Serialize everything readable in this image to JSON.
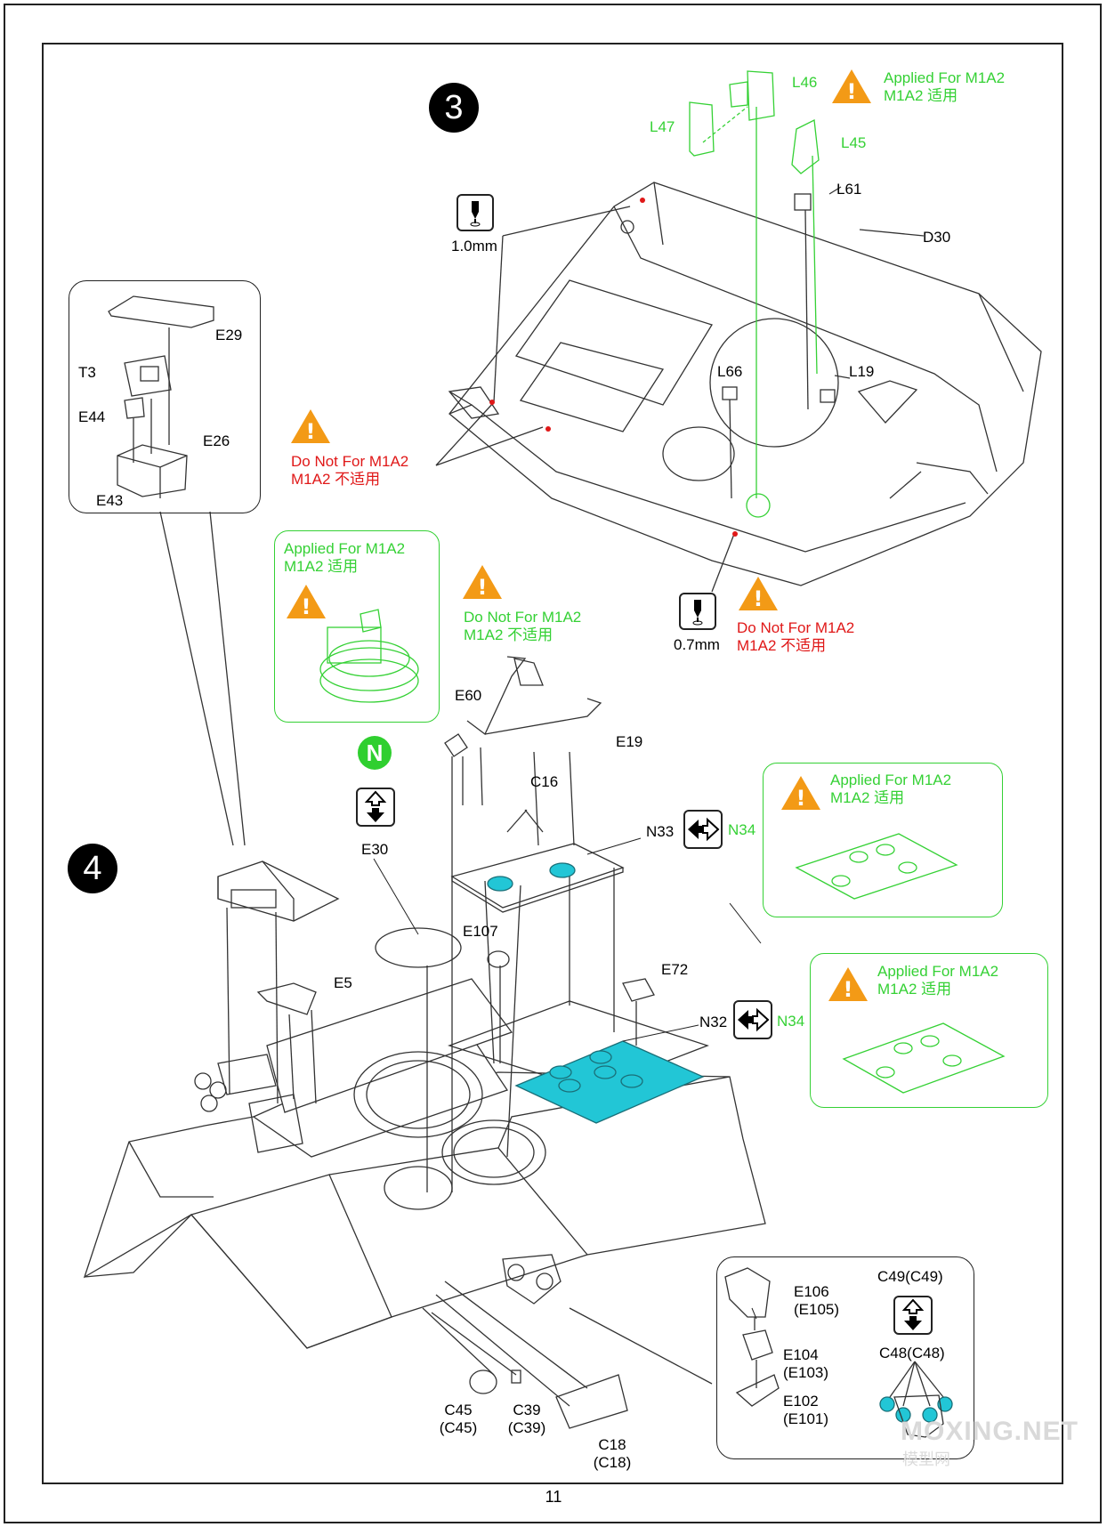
{
  "page": {
    "number": "11"
  },
  "watermark": {
    "text": "MOXING.NET",
    "sub": "模型网"
  },
  "steps": {
    "three": "3",
    "four": "4"
  },
  "badge": {
    "n": "N"
  },
  "notes": {
    "applied_line1": "Applied For M1A2",
    "applied_line2": "M1A2 适用",
    "donot_line1": "Do Not For M1A2",
    "donot_line2": "M1A2 不适用"
  },
  "tools": {
    "drill_1": "1.0mm",
    "drill_2": "0.7mm"
  },
  "parts": {
    "L46": "L46",
    "L47": "L47",
    "L45": "L45",
    "L61": "L61",
    "D30": "D30",
    "L66": "L66",
    "L19": "L19",
    "E29": "E29",
    "T3": "T3",
    "E44": "E44",
    "E26": "E26",
    "E43": "E43",
    "E60": "E60",
    "E19": "E19",
    "C16": "C16",
    "N33": "N33",
    "N34a": "N34",
    "E30": "E30",
    "E107": "E107",
    "E72": "E72",
    "E5": "E5",
    "N32": "N32",
    "N34b": "N34",
    "E106": "E106",
    "E105": "(E105)",
    "E104": "E104",
    "E103": "(E103)",
    "E102": "E102",
    "E101": "(E101)",
    "C49": "C49(C49)",
    "C48": "C48(C48)",
    "C45": "C45",
    "C45b": "(C45)",
    "C39": "C39",
    "C39b": "(C39)",
    "C18": "C18",
    "C18b": "(C18)"
  },
  "colors": {
    "green": "#35d135",
    "red": "#e01818",
    "cyan": "#22c6d6",
    "warn": "#f39a16"
  }
}
